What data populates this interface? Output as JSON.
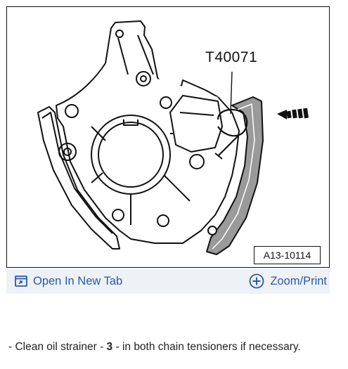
{
  "figure": {
    "part_label": "T40071",
    "reference": "A13-10114"
  },
  "toolbar": {
    "open_new_tab": "Open In New Tab",
    "zoom_print": "Zoom/Print"
  },
  "caption": {
    "prefix": "-  Clean oil strainer - ",
    "item_number": "3",
    "suffix": " - in both chain tensioners if necessary."
  },
  "icons": {
    "open_new_tab": "external-window-icon",
    "zoom_print": "circle-plus-icon"
  },
  "colors": {
    "link": "#2a59a8",
    "toolbar_bg": "#eef1f6"
  }
}
